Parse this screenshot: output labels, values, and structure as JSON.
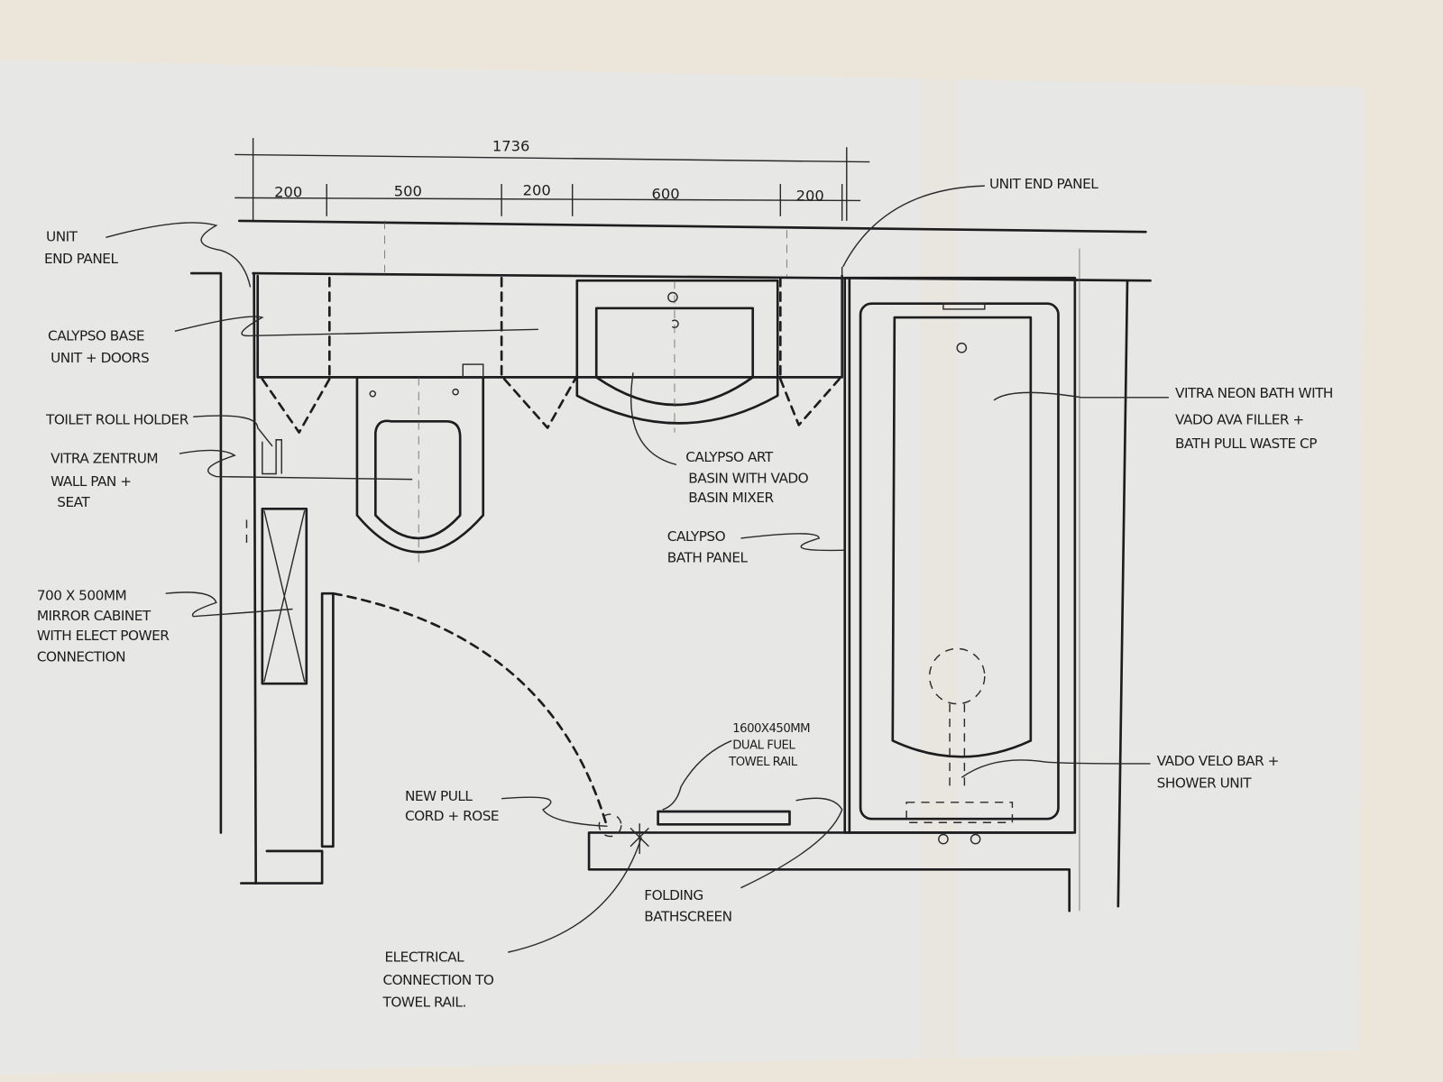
{
  "drawing": {
    "overall_dimension": "1736",
    "sub_dimensions": [
      "200",
      "500",
      "200",
      "600",
      "200"
    ],
    "labels": {
      "unit_end_panel_left": [
        "UNIT",
        "END PANEL"
      ],
      "calypso_base_unit": [
        "CALYPSO BASE",
        "UNIT + DOORS"
      ],
      "toilet_roll_holder": [
        "TOILET ROLL HOLDER"
      ],
      "vitra_zentrum": [
        "VITRA ZENTRUM",
        "WALL PAN +",
        "SEAT"
      ],
      "mirror_cabinet": [
        "700 x 500MM",
        "MIRROR CABINET",
        "WITH ELECT POWER",
        "CONNECTION"
      ],
      "unit_end_panel_right": [
        "UNIT END PANEL"
      ],
      "vitra_neon_bath": [
        "VITRA NEON BATH WITH",
        "VADO AVA FILLER +",
        "BATH PULL WASTE CP"
      ],
      "calypso_art_basin": [
        "CALYPSO ART",
        "BASIN WITH VADO",
        "BASIN MIXER"
      ],
      "calypso_bath_panel": [
        "CALYPSO",
        "BATH PANEL"
      ],
      "towel_rail": [
        "1600x450MM",
        "DUAL FUEL",
        "TOWEL RAIL"
      ],
      "pull_cord": [
        "NEW PULL",
        "CORD + ROSE"
      ],
      "vado_velo": [
        "VADO VELO BAR +",
        "SHOWER UNIT"
      ],
      "folding_bathscreen": [
        "FOLDING",
        "BATHSCREEN"
      ],
      "electrical_connection": [
        "ELECTRICAL",
        "CONNECTION TO",
        "TOWEL RAIL."
      ]
    }
  },
  "colors": {
    "ink": "#1d1d1f",
    "paper": "#e8e8e6",
    "wall": "#ece6da"
  }
}
